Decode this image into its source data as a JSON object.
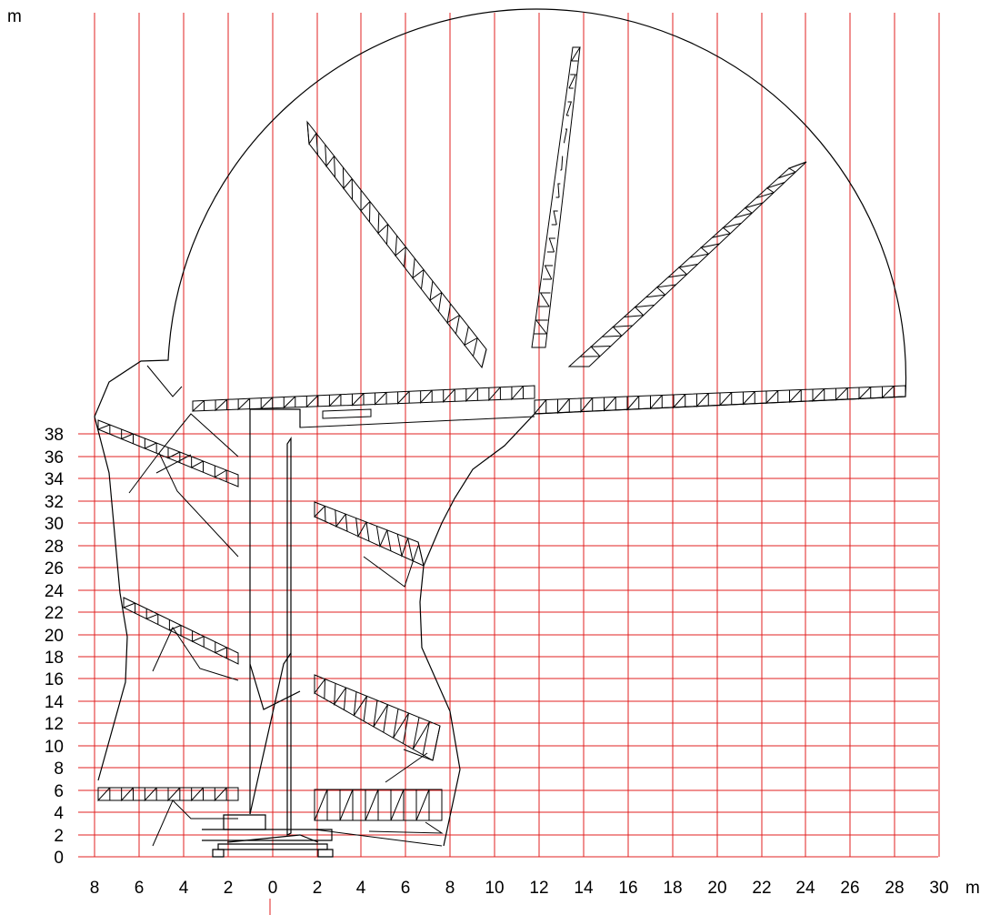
{
  "axes": {
    "x_unit": "m",
    "y_unit": "m",
    "x_ticks": [
      "8",
      "6",
      "4",
      "2",
      "0",
      "2",
      "4",
      "6",
      "8",
      "10",
      "12",
      "14",
      "16",
      "18",
      "20",
      "22",
      "24",
      "26",
      "28",
      "30"
    ],
    "y_ticks": [
      "0",
      "2",
      "4",
      "6",
      "8",
      "10",
      "12",
      "14",
      "16",
      "18",
      "20",
      "22",
      "24",
      "26",
      "28",
      "30",
      "32",
      "34",
      "36",
      "38"
    ]
  },
  "colors": {
    "grid": "#e02020",
    "lines": "#000000",
    "background": "#ffffff"
  }
}
